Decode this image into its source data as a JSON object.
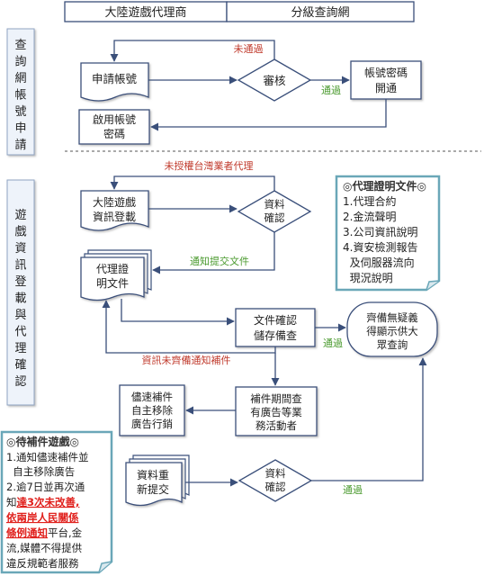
{
  "header": {
    "left": "大陸遊戲代理商",
    "right": "分級查詢網"
  },
  "section_apply": {
    "label": [
      "查",
      "詢",
      "網",
      "帳",
      "號",
      "申",
      "請"
    ],
    "apply_account": "申請帳號",
    "review": "審核",
    "fail": "未通過",
    "pass": "通過",
    "account_open": [
      "帳號密碼",
      "開通"
    ],
    "activate": [
      "啟用帳號",
      "密碼"
    ]
  },
  "section_register": {
    "label": [
      "遊",
      "戲",
      "資",
      "訊",
      "登",
      "載",
      "與",
      "代",
      "理",
      "確",
      "認"
    ],
    "unauthorized": "未授權台灣業者代理",
    "register_info": [
      "大陸遊戲",
      "資訊登載"
    ],
    "data_confirm": [
      "資料",
      "確認"
    ],
    "notify_submit": "通知提交文件",
    "agency_docs": [
      "代理證",
      "明文件"
    ],
    "doc_confirm": [
      "文件確認",
      "儲存備查"
    ],
    "pass": "通過",
    "incomplete_notify": "資訊未齊備通知補件",
    "publish_query": [
      "齊備無疑義",
      "得顯示供大",
      "眾查詢"
    ],
    "check_ads": [
      "補件期間查",
      "有廣告等業",
      "務活動者"
    ],
    "remove_ads": [
      "儘速補件",
      "自主移除",
      "廣告行銷"
    ],
    "resubmit": [
      "資料重",
      "新提交"
    ],
    "data_confirm2": [
      "資料",
      "確認"
    ],
    "pass2": "通過"
  },
  "note_docs": {
    "title": "◎代理證明文件◎",
    "items": [
      "1.代理合約",
      "2.金流聲明",
      "3.公司資訊說明",
      "4.資安檢測報告",
      "  及伺服器流向",
      "  現況說明"
    ]
  },
  "note_pending": {
    "title": "◎待補件遊戲◎",
    "line1": "1.通知儘速補件並",
    "line2": "  自主移除廣告",
    "line3": "2.逾7日並再次通",
    "line4_a": "知",
    "line4_b": "達3次未改善,",
    "line5": "依兩岸人民關係",
    "line6_a": "條例通知",
    "line6_b": "平台,金",
    "line7": "流,媒體不得提供",
    "line8": "違反規範者服務"
  },
  "colors": {
    "box_stroke": "#3a4f7a",
    "label_bg": "#eef3fa",
    "note_stroke": "#6aa7b8",
    "red_label": "#c0392b",
    "green_label": "#4a9a2e",
    "alert_red": "#e0201c"
  }
}
